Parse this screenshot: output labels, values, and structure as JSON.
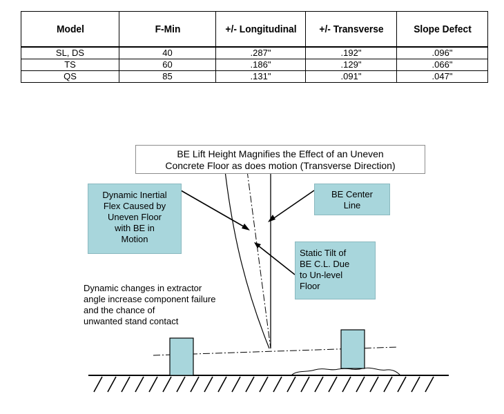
{
  "table": {
    "headers": [
      "Model",
      "F-Min",
      "+/- Longitudinal",
      "+/- Transverse",
      "Slope Defect"
    ],
    "rows": [
      [
        "SL, DS",
        "40",
        ".287\"",
        ".192\"",
        ".096\""
      ],
      [
        "TS",
        "60",
        ".186\"",
        ".129\"",
        ".066\""
      ],
      [
        "QS",
        "85",
        ".131\"",
        ".091\"",
        ".047\""
      ]
    ]
  },
  "diagram": {
    "title_lines": [
      "BE Lift Height Magnifies the Effect of an Uneven",
      "Concrete Floor as does motion (Transverse Direction)"
    ],
    "dynamic_flex_lines": [
      "Dynamic Inertial",
      "Flex Caused by",
      "Uneven Floor",
      "with BE in",
      "Motion"
    ],
    "center_line_lines": [
      "BE Center",
      "Line"
    ],
    "static_tilt_lines": [
      "Static Tilt of",
      "BE C.L. Due",
      "to Un-level",
      "Floor"
    ],
    "failure_note_lines": [
      "Dynamic changes in extractor",
      "angle increase component failure",
      "and the chance of",
      "unwanted stand contact"
    ],
    "colors": {
      "label_fill": "#a8d6dc",
      "stand_fill": "#a8d6dc",
      "line": "#000000"
    }
  }
}
